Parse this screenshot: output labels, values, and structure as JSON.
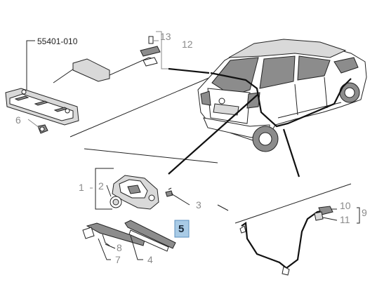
{
  "diagram": {
    "part_number": "55401-010",
    "callouts": {
      "c1": "1",
      "c2": "2",
      "c3": "3",
      "c4": "4",
      "c5": "5",
      "c6": "6",
      "c7": "7",
      "c8": "8",
      "c9": "9",
      "c10": "10",
      "c11": "11",
      "c12": "12",
      "c13": "13"
    },
    "highlighted_callout": "5",
    "colors": {
      "highlight_fill": "#a9cbe6",
      "highlight_border": "#5a8fbf",
      "callout_grey": "#8a8a8a",
      "line": "#222222"
    }
  }
}
